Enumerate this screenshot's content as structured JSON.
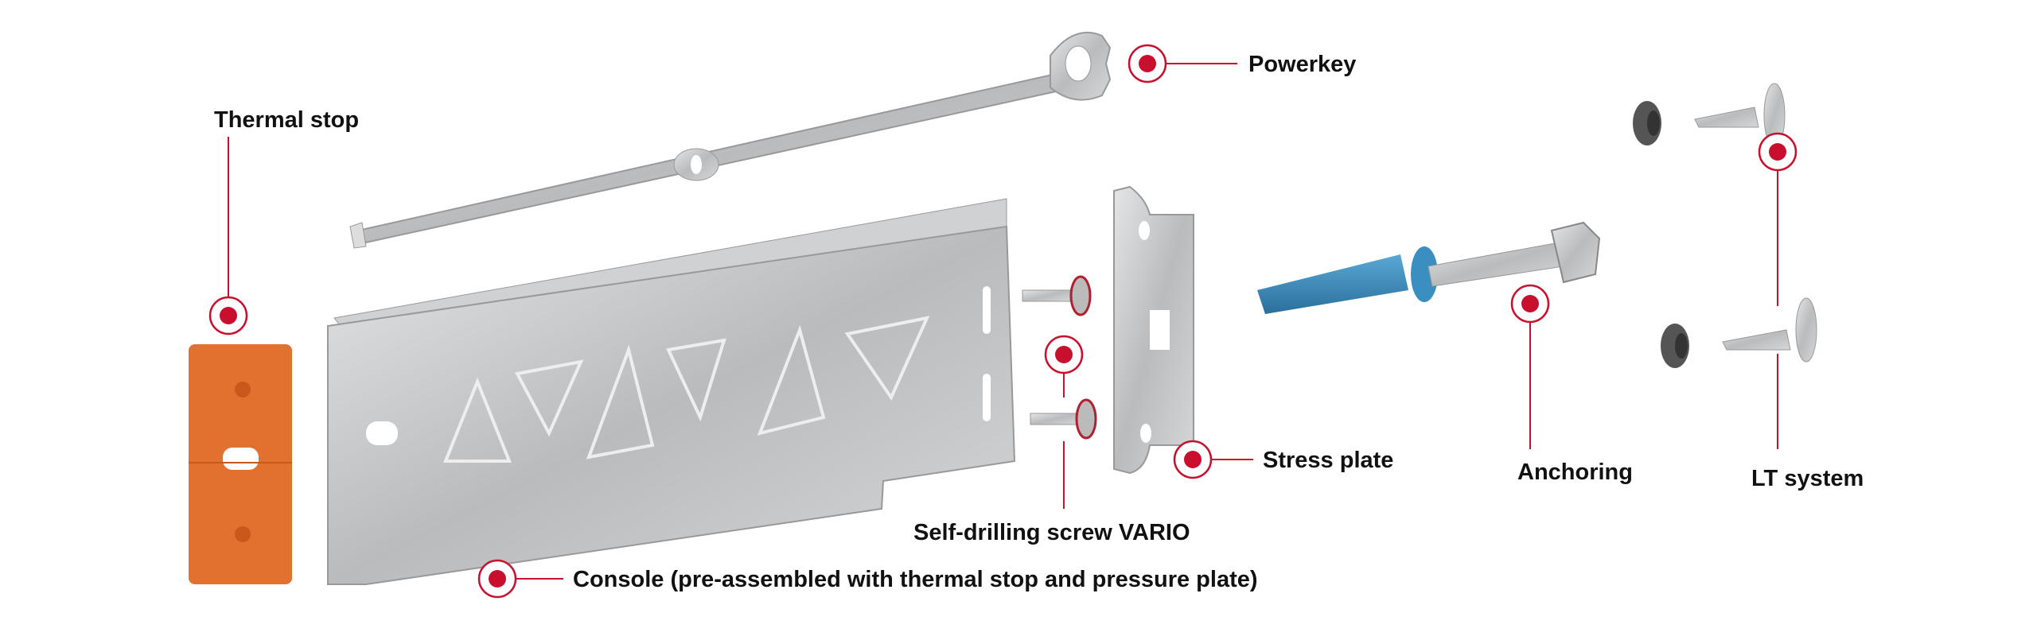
{
  "labels": {
    "powerkey": "Powerkey",
    "thermal_stop": "Thermal stop",
    "stress_plate": "Stress plate",
    "anchoring": "Anchoring",
    "lt_system": "LT system",
    "self_drilling_screw": "Self-drilling screw VARIO",
    "console": "Console (pre-assembled with thermal stop and pressure plate)"
  },
  "colors": {
    "accent": "#c8102e",
    "thermal_stop": "#e2702e",
    "anchor_plug": "#3a8fc0",
    "metal": "#c4c6c8"
  }
}
